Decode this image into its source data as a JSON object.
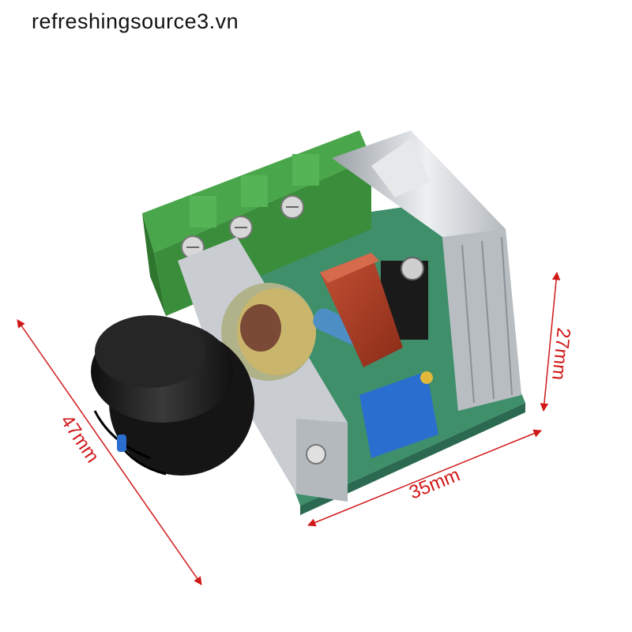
{
  "watermark": "refreshingsource3.vn",
  "dimensions": {
    "length": "47mm",
    "width": "35mm",
    "height": "27mm"
  },
  "colors": {
    "dimension_line": "#d01818",
    "pcb_green": "#3c8f3c",
    "knob": "#1c1c1c",
    "capacitor": "#a83a22",
    "trimmer": "#2a6ed0",
    "heatsink": "#c9cdd2"
  }
}
